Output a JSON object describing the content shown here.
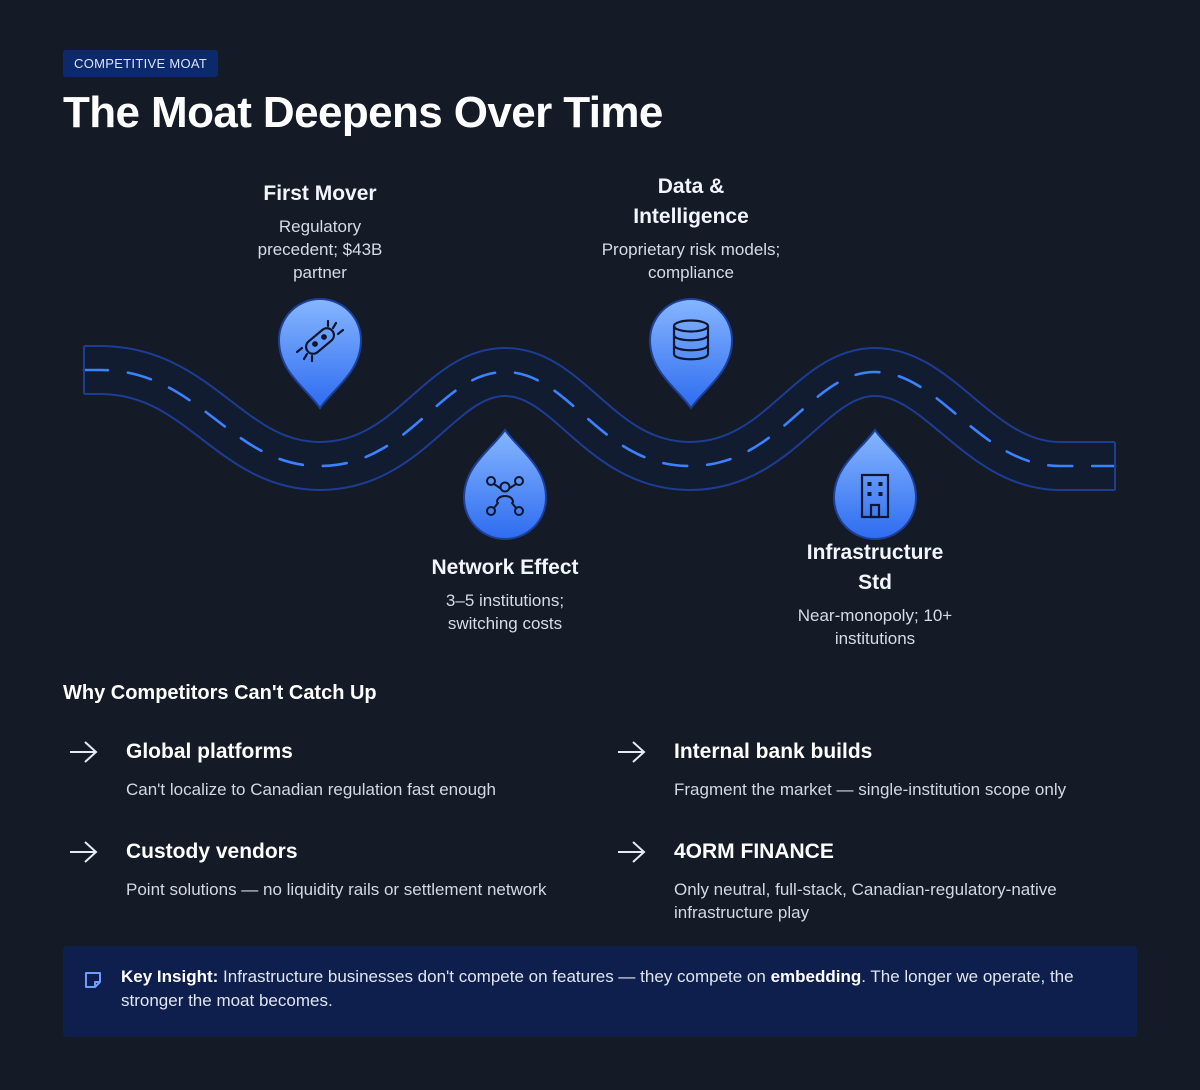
{
  "header": {
    "badge": "COMPETITIVE MOAT",
    "title": "The Moat Deepens Over Time"
  },
  "milestones": [
    {
      "title": "First Mover",
      "desc": "Regulatory precedent; $43B partner",
      "icon": "bacteria-icon"
    },
    {
      "title": "Network Effect",
      "desc": "3–5 institutions; switching costs",
      "icon": "network-icon"
    },
    {
      "title": "Data & Intelligence",
      "desc": "Proprietary risk models; compliance",
      "icon": "database-icon"
    },
    {
      "title": "Infrastructure Std",
      "desc": "Near-monopoly; 10+ institutions",
      "icon": "building-icon"
    }
  ],
  "section": {
    "title": "Why Competitors Can't Catch Up"
  },
  "reasons": [
    {
      "title": "Global platforms",
      "desc": "Can't localize to Canadian regulation fast enough"
    },
    {
      "title": "Internal bank builds",
      "desc": "Fragment the market — single-institution scope only"
    },
    {
      "title": "Custody vendors",
      "desc": "Point solutions — no liquidity rails or settlement network"
    },
    {
      "title": "4ORM FINANCE",
      "desc": "Only neutral, full-stack, Canadian-regulatory-native infrastructure play"
    }
  ],
  "insight": {
    "label": "Key Insight:",
    "text_before": " Infrastructure businesses don't compete on features — they compete on ",
    "emphasis": "embedding",
    "text_after": ". The longer we operate, the stronger the moat becomes.",
    "icon": "note-icon"
  },
  "colors": {
    "background": "#141a26",
    "accent": "#3d7bff",
    "pin_light": "#7fb0ff",
    "pin_dark": "#2f6ff2",
    "road": "#0f1a30",
    "road_edge": "#1b3a8a",
    "insight_bg": "#0f1f4d",
    "badge_bg": "#0c2a6b"
  }
}
